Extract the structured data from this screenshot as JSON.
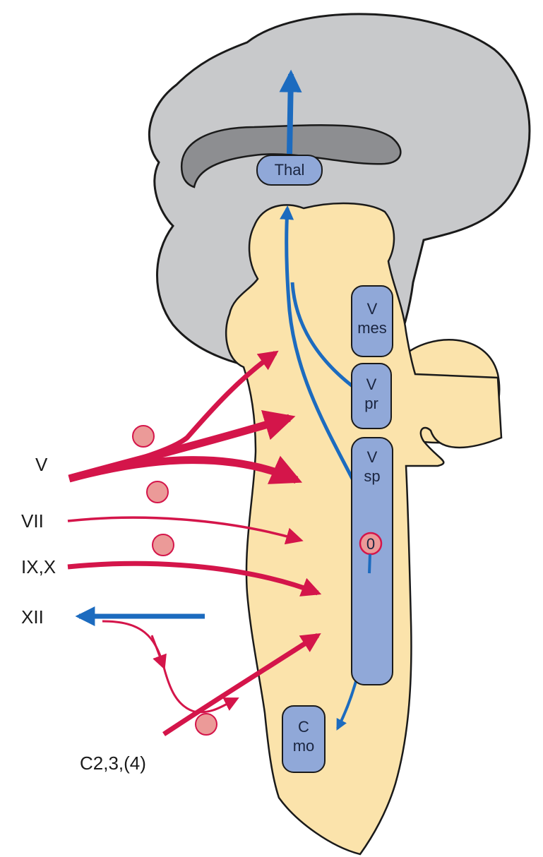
{
  "labels": {
    "thalamus": "Thal",
    "v_mes_1": "V",
    "v_mes_2": "mes",
    "v_pr_1": "V",
    "v_pr_2": "pr",
    "v_sp_1": "V",
    "v_sp_2": "sp",
    "zero": "0",
    "c_mo_1": "C",
    "c_mo_2": "mo",
    "nerve_v": "V",
    "nerve_vii": "VII",
    "nerve_ix_x": "IX,X",
    "nerve_xii": "XII",
    "cervical": "C2,3,(4)"
  },
  "colors": {
    "cortex": "#c8c9cb",
    "ventricle": "#8d8e91",
    "brainstem": "#fbe3ab",
    "nucleus": "#90a8d8",
    "ascending_pathway": "#1c6bbf",
    "afferent": "#d4154a",
    "ganglion": "#eb9a98"
  }
}
